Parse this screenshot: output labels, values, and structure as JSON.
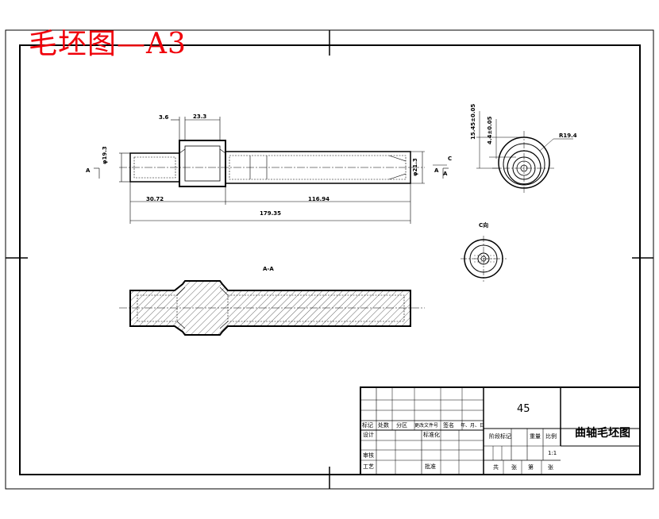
{
  "sheet_title": "毛坯图—A3",
  "front_view": {
    "dims": {
      "d1": "3.6",
      "d2": "23.3",
      "d3": "30.72",
      "d4": "116.94",
      "d5": "179.35",
      "d6": "φ19.3",
      "d7": "φ21.3"
    },
    "section_marks": [
      "A",
      "A"
    ],
    "view_marks": [
      "C",
      "A"
    ]
  },
  "end_view": {
    "dims": {
      "e1": "15.45±0.05",
      "e2": "4.4±0.05",
      "e3": "R19.4"
    }
  },
  "c_view_label": "C向",
  "section_label": "A-A",
  "title_block": {
    "material": "45",
    "part_name": "曲轴毛坯图",
    "header_cells": [
      "标记",
      "处数",
      "分区",
      "更改文件号",
      "签名",
      "年、月、日"
    ],
    "row_labels": [
      "设计",
      "审核",
      "工艺"
    ],
    "std_label": "标准化",
    "approve_label": "批准",
    "stage_labels": [
      "阶段标记",
      "重量",
      "比例"
    ],
    "scale": "1:1",
    "sheet_labels": [
      "共",
      "张",
      "第",
      "张"
    ]
  }
}
